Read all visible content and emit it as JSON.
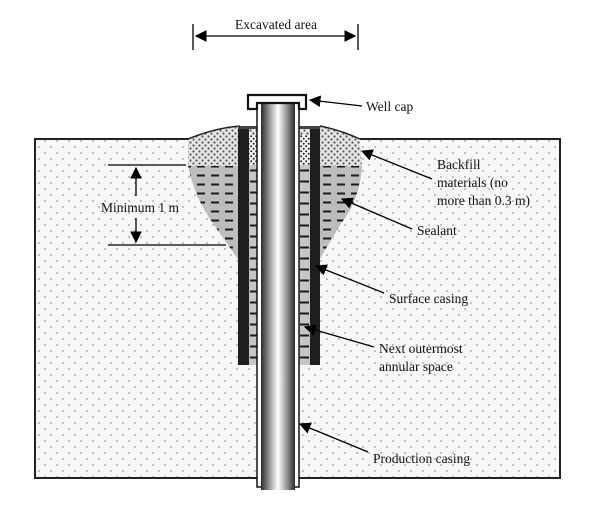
{
  "diagram": {
    "type": "well-construction-cross-section",
    "labels": {
      "excavated_area": "Excavated area",
      "well_cap": "Well cap",
      "backfill_line1": "Backfill",
      "backfill_line2": "materials (no",
      "backfill_line3": "more than 0.3 m)",
      "sealant": "Sealant",
      "surface_casing": "Surface casing",
      "annular_line1": "Next outermost",
      "annular_line2": "annular space",
      "production_casing": "Production casing",
      "minimum_depth": "Minimum 1 m"
    },
    "colors": {
      "ground_fill": "#f7f7f7",
      "ground_dot": "#9a9a9a",
      "sealant_fill": "#bdbdbd",
      "backfill_fill": "#d0d0d0",
      "casing_dark": "#1e1e1e",
      "outline": "#111111"
    }
  }
}
